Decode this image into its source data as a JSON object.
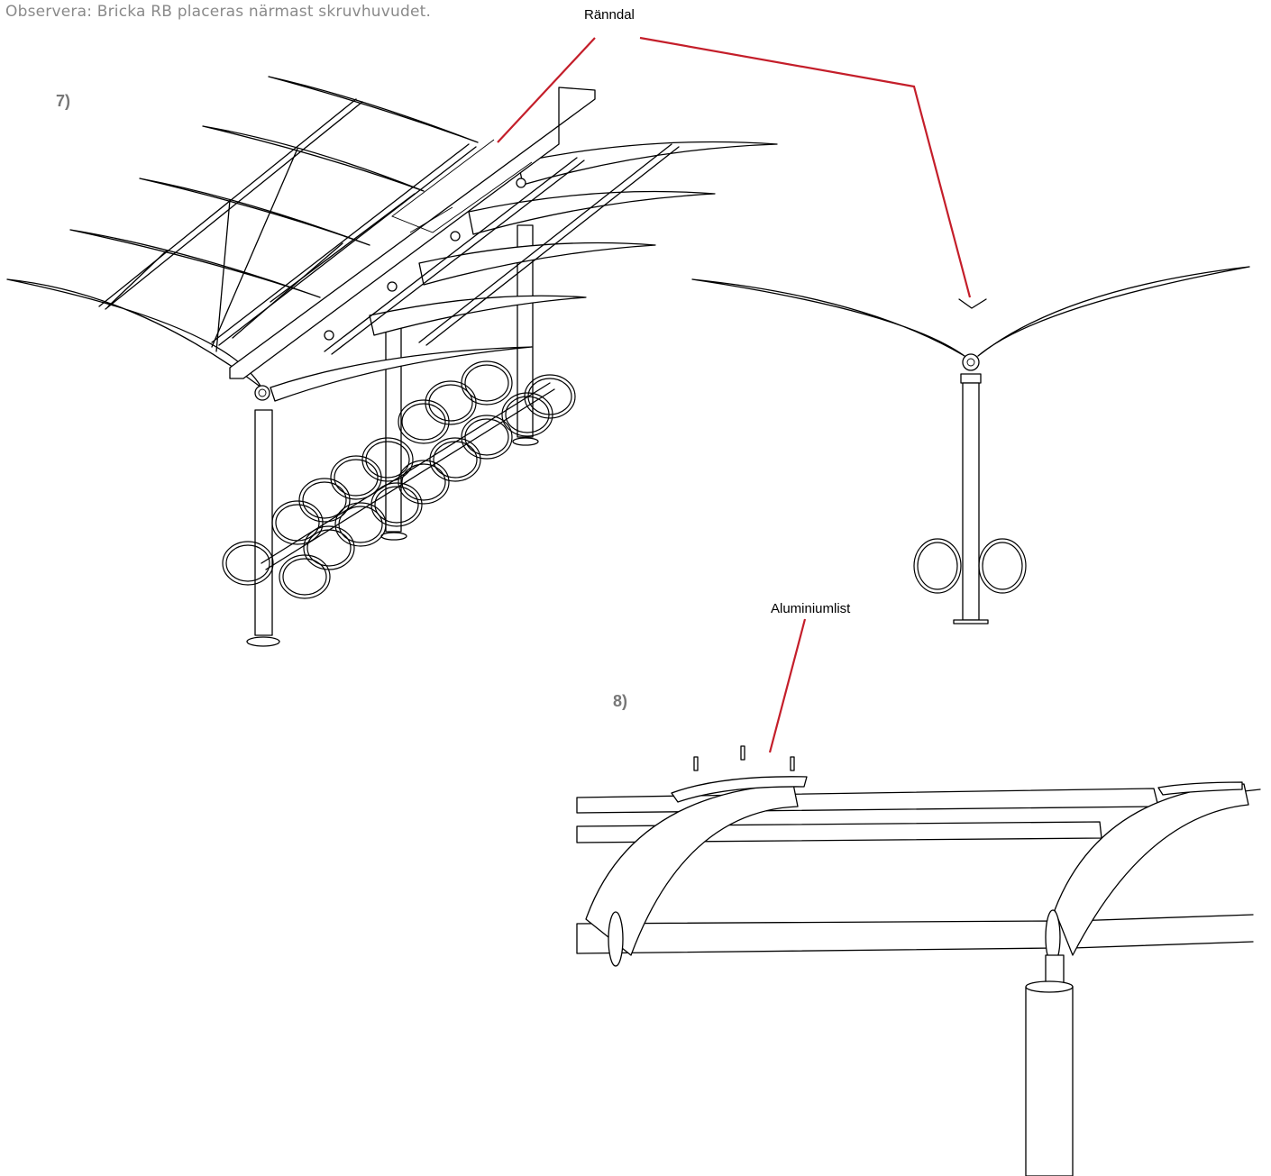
{
  "note": "Observera: Bricka RB placeras närmast skruvhuvudet.",
  "steps": {
    "step7": "7)",
    "step8": "8)"
  },
  "callouts": {
    "gutter": "Ränndal",
    "aluminium_strip": "Aluminiumlist"
  },
  "colors": {
    "leader": "#c41e2a",
    "note_text": "#8a8a8a",
    "step_text": "#777777"
  }
}
